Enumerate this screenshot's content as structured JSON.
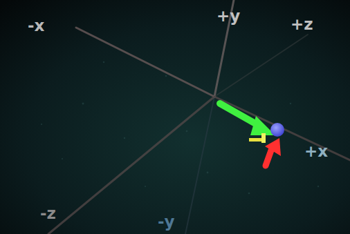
{
  "diagram": {
    "labels": [
      "-x",
      "+y",
      "+z",
      "+x",
      "-z",
      "-y"
    ]
  }
}
